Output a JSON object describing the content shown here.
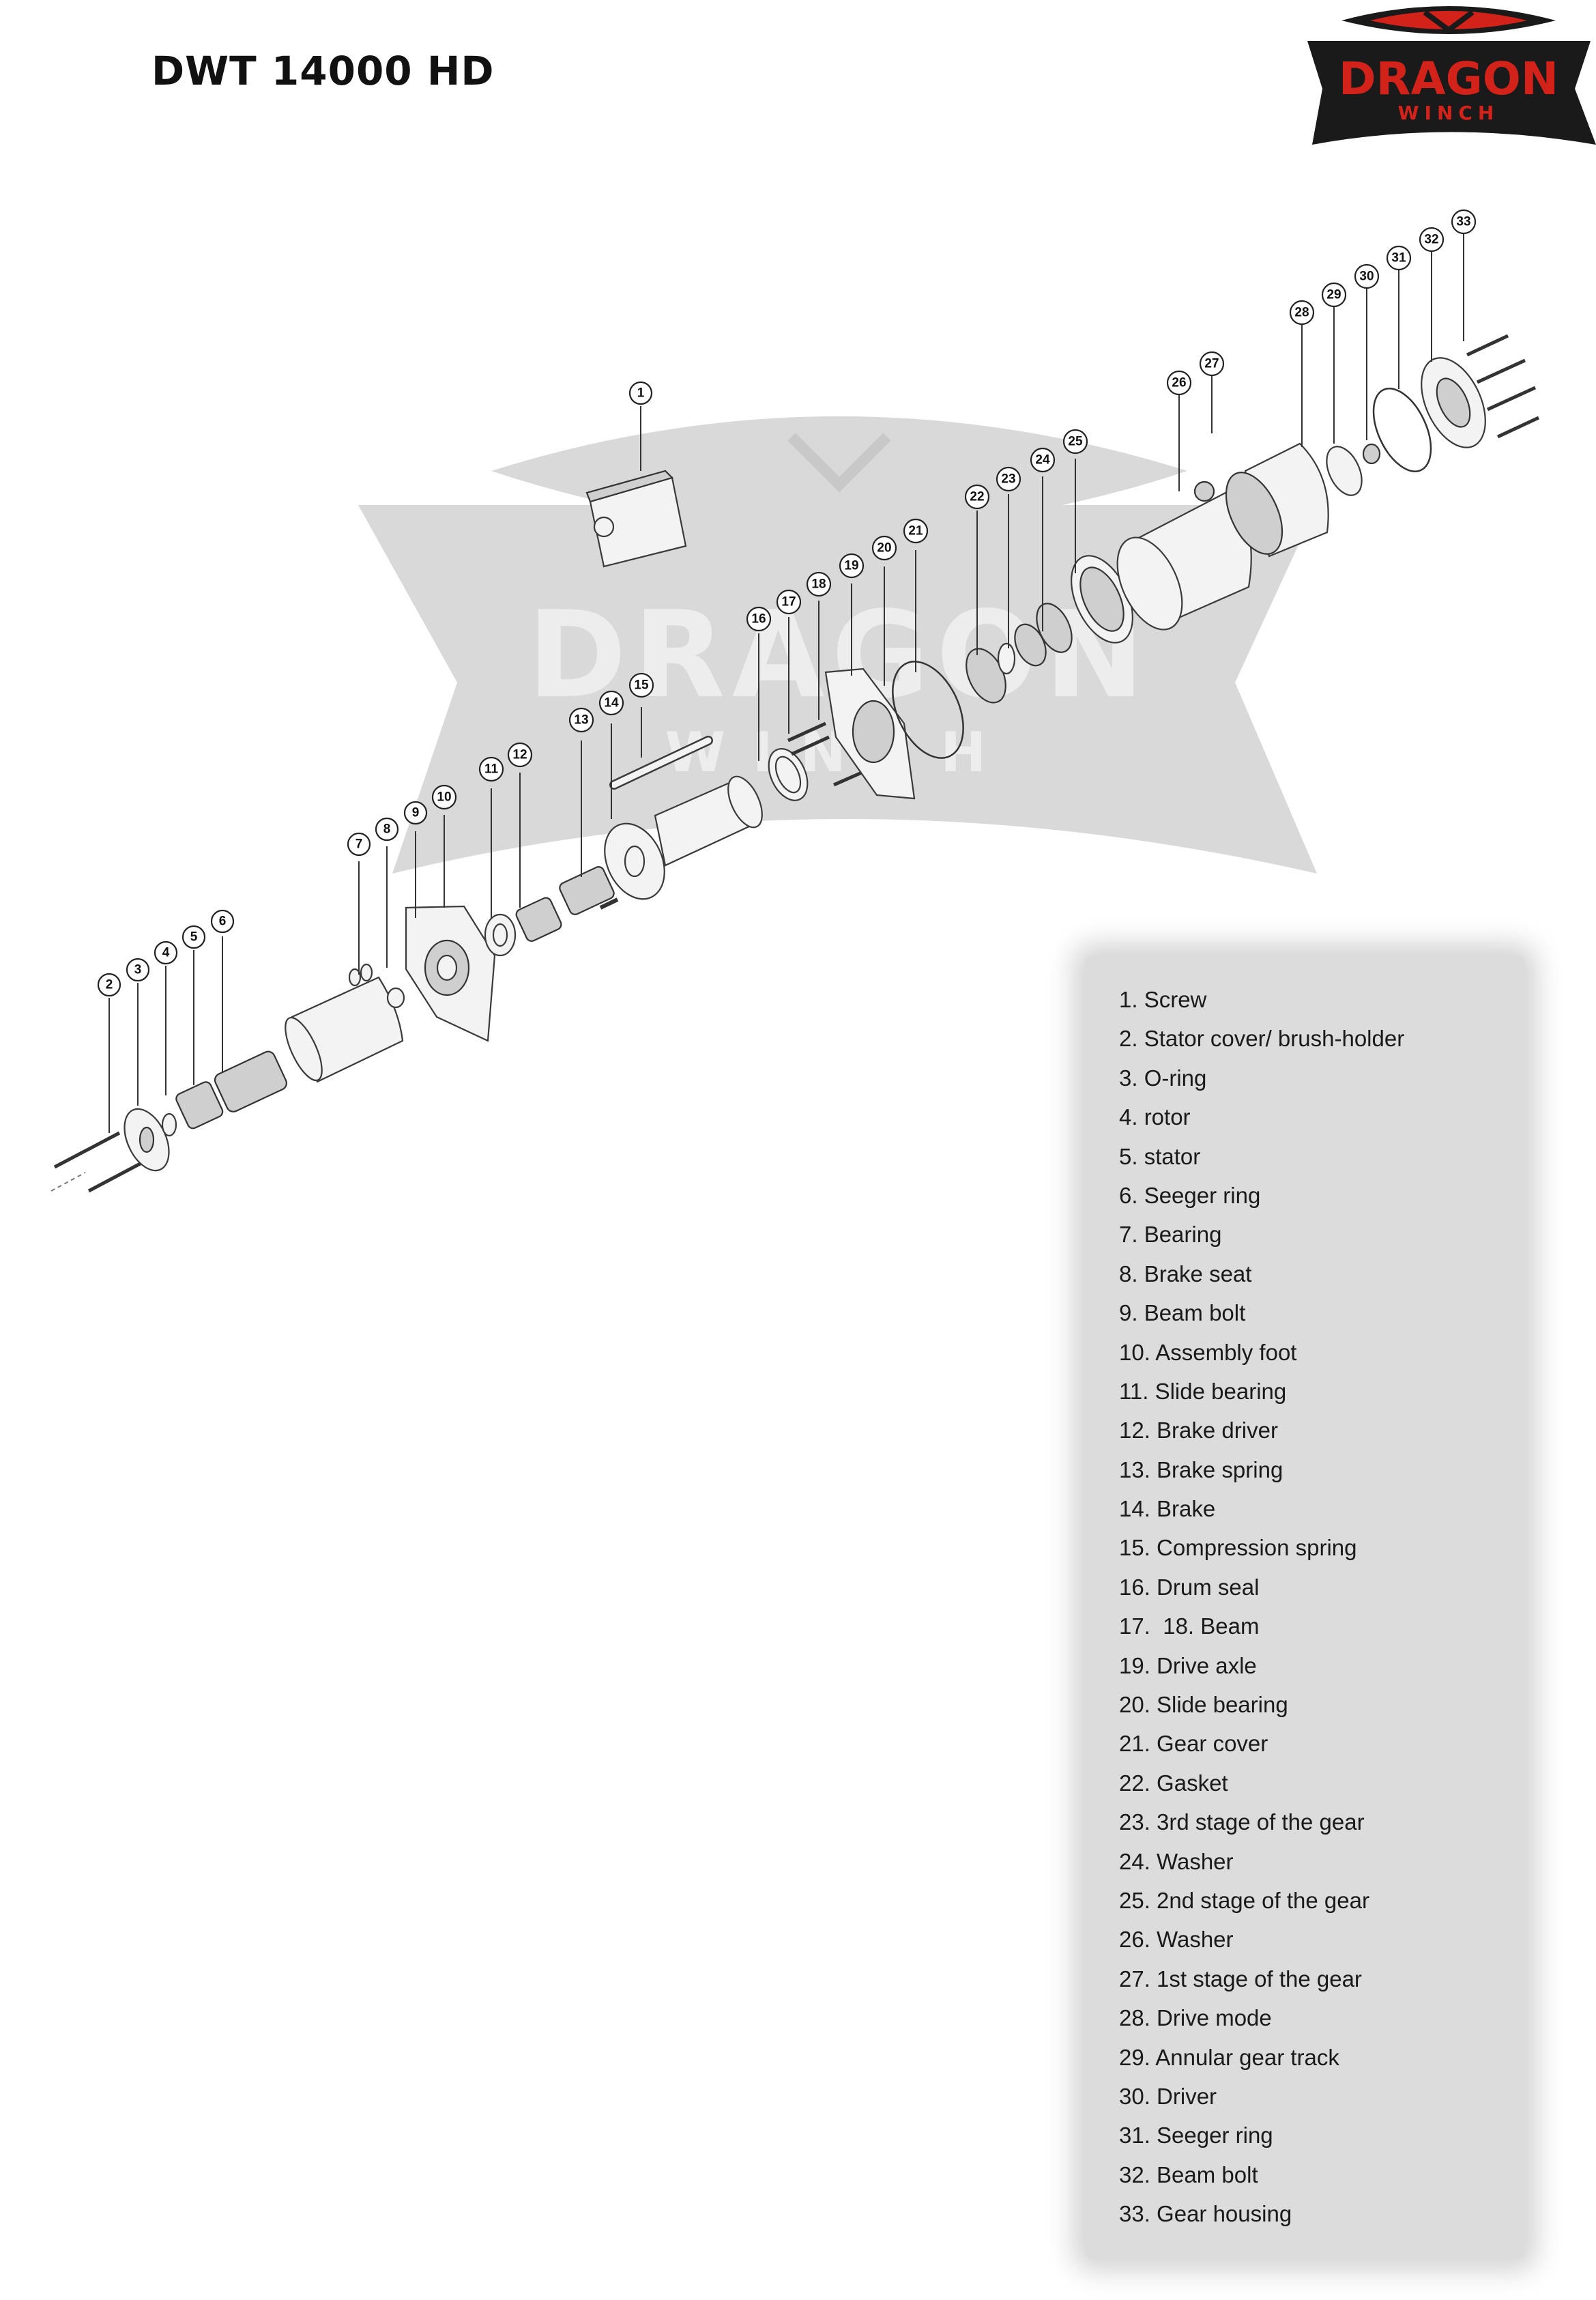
{
  "header": {
    "model_title": "DWT 14000 HD",
    "brand_name": "DRAGON",
    "brand_sub": "WINCH"
  },
  "watermark": {
    "brand_name": "DRAGON",
    "brand_sub": "WINCH"
  },
  "colors": {
    "brand_red": "#d3221a",
    "brand_black": "#1a1a1a",
    "watermark_grey": "#d9d9d9",
    "legend_panel": "#dcdcdc"
  },
  "callouts": [
    "1",
    "2",
    "3",
    "4",
    "5",
    "6",
    "7",
    "8",
    "9",
    "10",
    "11",
    "12",
    "13",
    "14",
    "15",
    "16",
    "17",
    "18",
    "19",
    "20",
    "21",
    "22",
    "23",
    "24",
    "25",
    "26",
    "27",
    "28",
    "29",
    "30",
    "31",
    "32",
    "33"
  ],
  "legend": [
    "1. Screw",
    "2. Stator cover/ brush-holder",
    "3. O-ring",
    "4. rotor",
    "5. stator",
    "6. Seeger ring",
    "7. Bearing",
    "8. Brake seat",
    "9. Beam bolt",
    "10. Assembly foot",
    "11. Slide bearing",
    "12. Brake driver",
    "13. Brake spring",
    "14. Brake",
    "15. Compression spring",
    "16. Drum seal",
    "17.  18. Beam",
    "19. Drive axle",
    "20. Slide bearing",
    "21. Gear cover",
    "22. Gasket",
    "23. 3rd stage of the gear",
    "24. Washer",
    "25. 2nd stage of the gear",
    "26. Washer",
    "27. 1st stage of the gear",
    "28. Drive mode",
    "29. Annular gear track",
    "30. Driver",
    "31. Seeger ring",
    "32. Beam bolt",
    "33. Gear housing"
  ]
}
